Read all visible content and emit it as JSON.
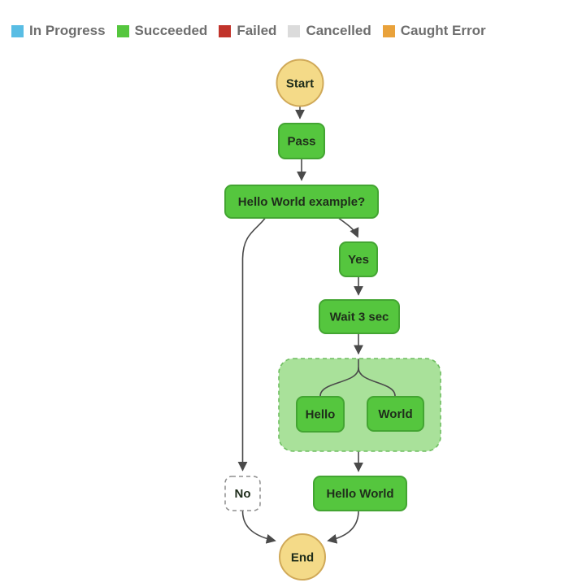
{
  "legend": {
    "items": [
      {
        "label": "In Progress",
        "color": "#59BDE4"
      },
      {
        "label": "Succeeded",
        "color": "#55C63E"
      },
      {
        "label": "Failed",
        "color": "#C1332B"
      },
      {
        "label": "Cancelled",
        "color": "#DBDBDB"
      },
      {
        "label": "Caught Error",
        "color": "#E9A23B"
      }
    ]
  },
  "diagram": {
    "nodes": {
      "start": {
        "label": "Start"
      },
      "pass": {
        "label": "Pass"
      },
      "choice": {
        "label": "Hello World example?"
      },
      "yes": {
        "label": "Yes"
      },
      "no": {
        "label": "No"
      },
      "wait": {
        "label": "Wait 3 sec"
      },
      "hello": {
        "label": "Hello"
      },
      "world": {
        "label": "World"
      },
      "hello_world": {
        "label": "Hello World"
      },
      "end": {
        "label": "End"
      }
    },
    "colors": {
      "node_fill": "#55C63E",
      "node_border": "#43A532",
      "container_fill": "#A9E19A",
      "container_border": "#6FBE61",
      "terminal_fill": "#F4DA88",
      "terminal_border": "#D0A958",
      "no_fill": "#FFFFFF",
      "no_border": "#8F8F8F",
      "edge": "#4A4A4A",
      "node_text": "#1F2D1B"
    }
  }
}
